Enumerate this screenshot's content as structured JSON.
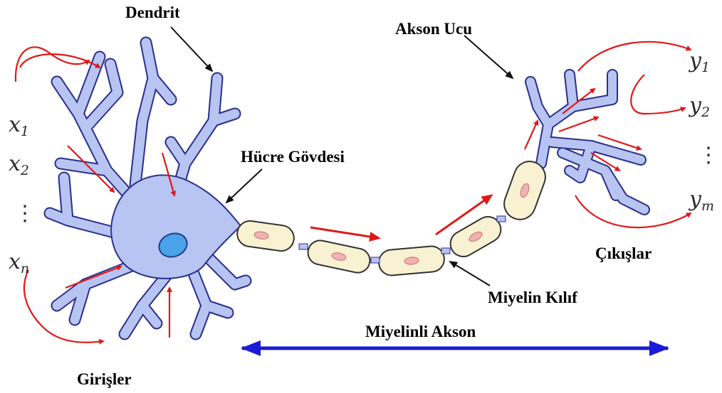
{
  "labels": {
    "dendrite": "Dendrit",
    "axon_terminal": "Akson Ucu",
    "cell_body": "Hücre Gövdesi",
    "myelin_sheath": "Miyelin Kılıf",
    "myelinated_axon": "Miyelinli Akson",
    "inputs": "Girişler",
    "outputs": "Çıkışlar"
  },
  "inputs": {
    "items": [
      {
        "base": "x",
        "sub": "1"
      },
      {
        "base": "x",
        "sub": "2"
      },
      {
        "base": "x",
        "sub": "n"
      }
    ],
    "ellipsis": "⋮"
  },
  "outputs": {
    "items": [
      {
        "base": "y",
        "sub": "1"
      },
      {
        "base": "y",
        "sub": "2"
      },
      {
        "base": "y",
        "sub": "m"
      }
    ],
    "ellipsis": "⋮"
  },
  "colors": {
    "neuron_fill": "#b8c4f2",
    "neuron_stroke": "#2a2f8c",
    "nucleus": "#4aa3e8",
    "myelin_fill": "#f8f2d2",
    "myelin_nucleus": "#f2b2b2",
    "signal_arrow": "#e01818",
    "axon_span_arrow": "#1a1ad8"
  }
}
